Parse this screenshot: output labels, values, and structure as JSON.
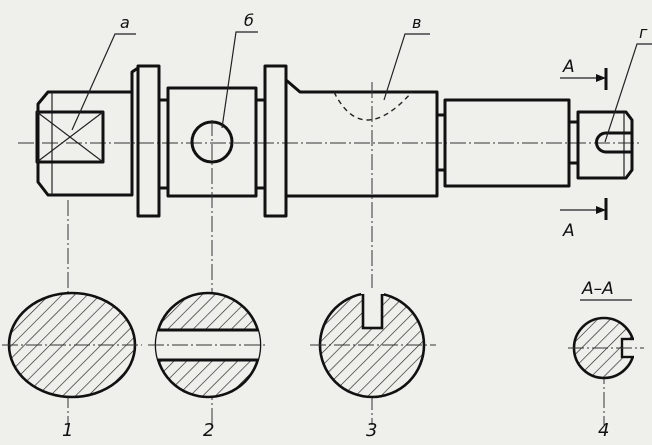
{
  "features": {
    "a": "а",
    "b": "б",
    "v": "в",
    "g": "г"
  },
  "section_numbers": [
    "1",
    "2",
    "3",
    "4"
  ],
  "section_view": {
    "title": "А–А",
    "arrow_top": "А",
    "arrow_bottom": "А"
  }
}
